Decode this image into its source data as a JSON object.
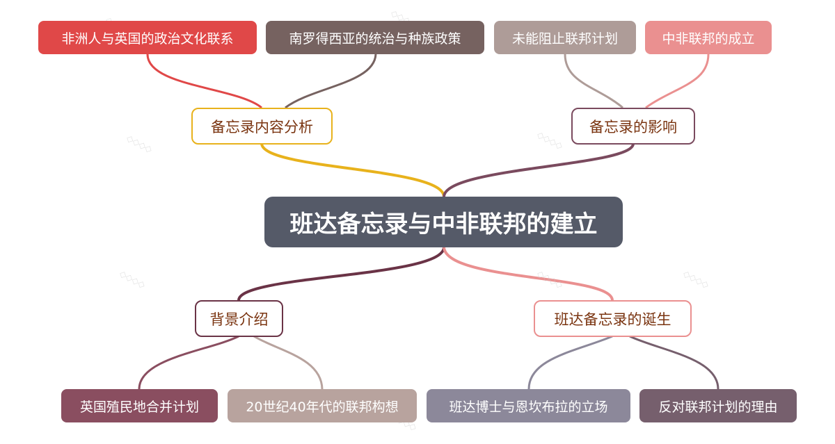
{
  "colors": {
    "root": "#555a68",
    "analysis": "#e8b21c",
    "impact": "#7a4a5e",
    "background": "#6a3346",
    "birth": "#ea9090",
    "leaf_red": "#e04848",
    "leaf_brown": "#766260",
    "leaf_taupe": "#ae9c98",
    "leaf_pink": "#ea9090",
    "leaf_plum": "#8a4e60",
    "leaf_sand": "#b8a39e",
    "leaf_slate": "#8c889a",
    "leaf_mauve": "#765f6d",
    "branch_text": "#7a3410"
  },
  "root": {
    "label": "班达备忘录与中非联邦的建立"
  },
  "branches": {
    "analysis": {
      "label": "备忘录内容分析",
      "children": [
        "非洲人与英国的政治文化联系",
        "南罗得西亚的统治与种族政策"
      ]
    },
    "impact": {
      "label": "备忘录的影响",
      "children": [
        "未能阻止联邦计划",
        "中非联邦的成立"
      ]
    },
    "background": {
      "label": "背景介绍",
      "children": [
        "英国殖民地合并计划",
        "20世纪40年代的联邦构想"
      ]
    },
    "birth": {
      "label": "班达备忘录的诞生",
      "children": [
        "班达博士与恩坎布拉的立场",
        "反对联邦计划的理由"
      ]
    }
  }
}
